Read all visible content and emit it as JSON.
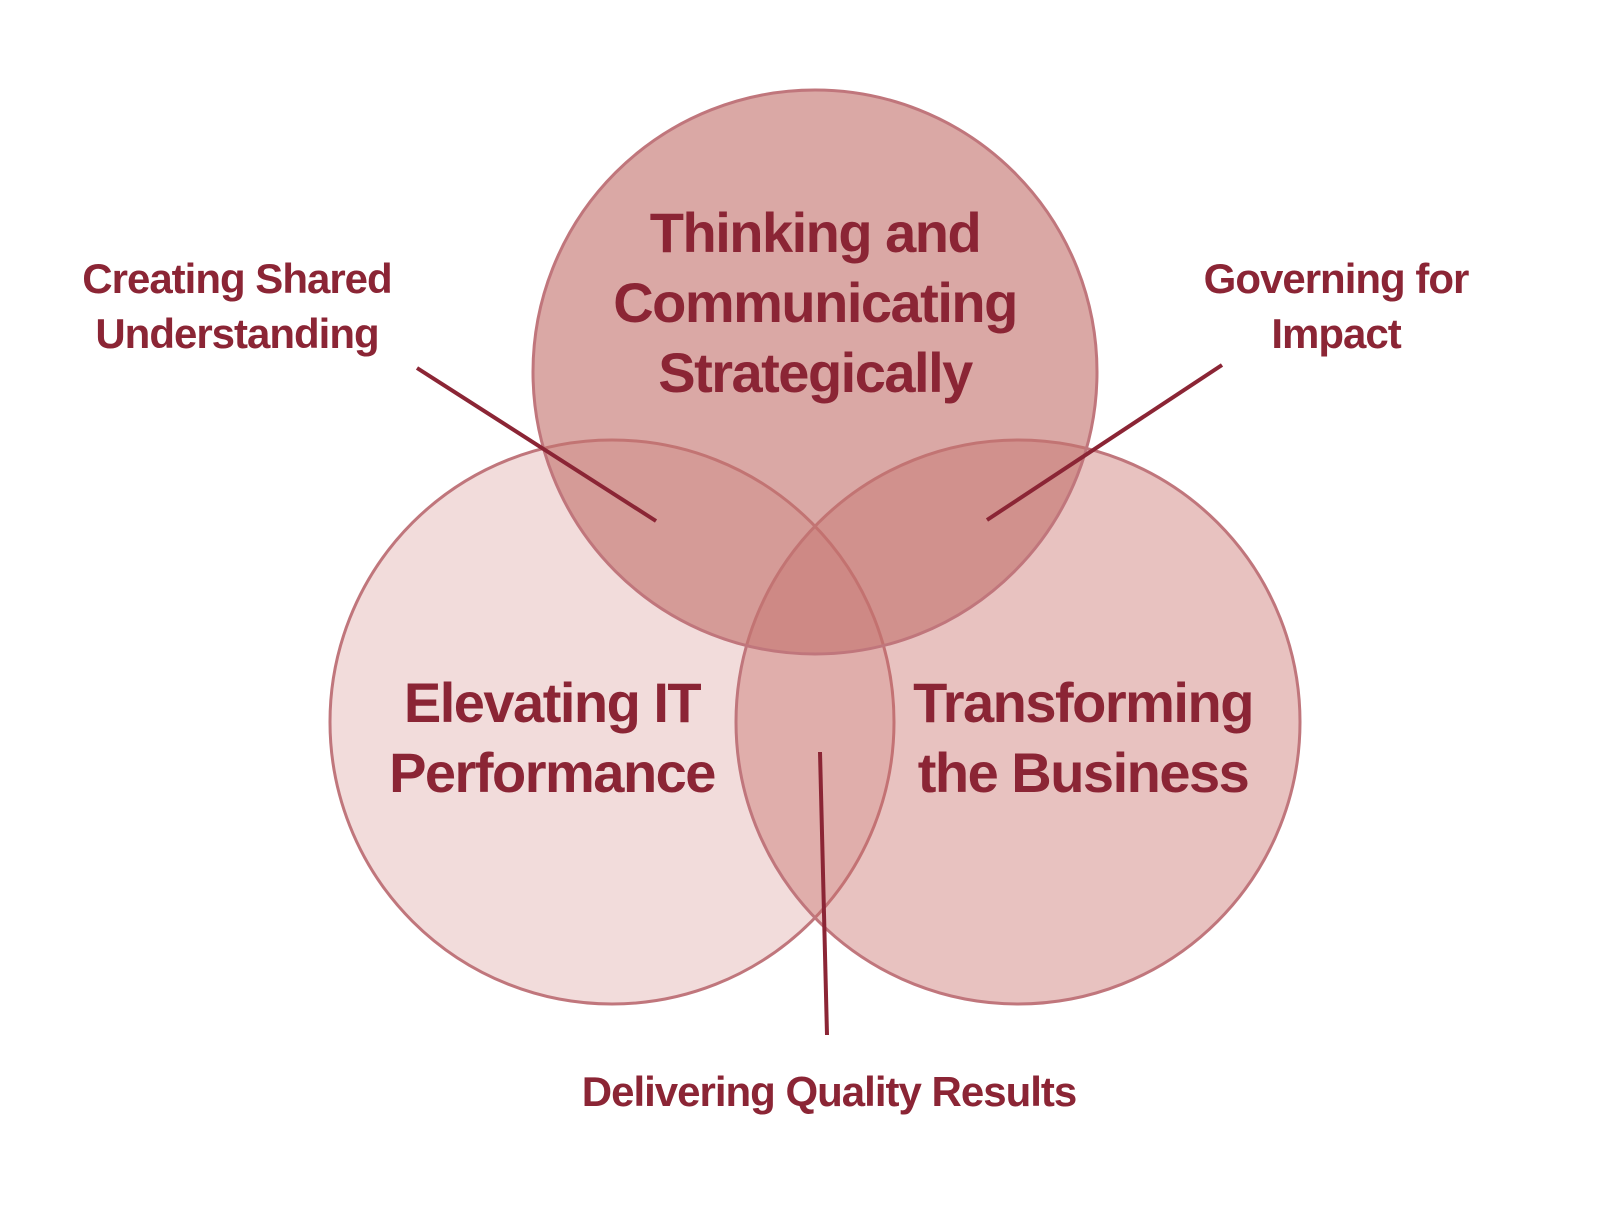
{
  "colors": {
    "text": "#8b2535",
    "stroke": "#c0767c",
    "leader": "#8b2535",
    "circle_top": "#d4a19d",
    "circle_left": "#f0dcd9",
    "circle_right": "#e2bdb9"
  },
  "circles": {
    "top": {
      "lines": [
        "Thinking and",
        "Communicating",
        "Strategically"
      ]
    },
    "left": {
      "lines": [
        "Elevating IT",
        "Performance"
      ]
    },
    "right": {
      "lines": [
        "Transforming",
        "the Business"
      ]
    }
  },
  "overlaps": {
    "top_left": {
      "lines": [
        "Creating Shared",
        "Understanding"
      ]
    },
    "top_right": {
      "lines": [
        "Governing for",
        "Impact"
      ]
    },
    "left_right": {
      "lines": [
        "Delivering Quality Results"
      ]
    }
  }
}
